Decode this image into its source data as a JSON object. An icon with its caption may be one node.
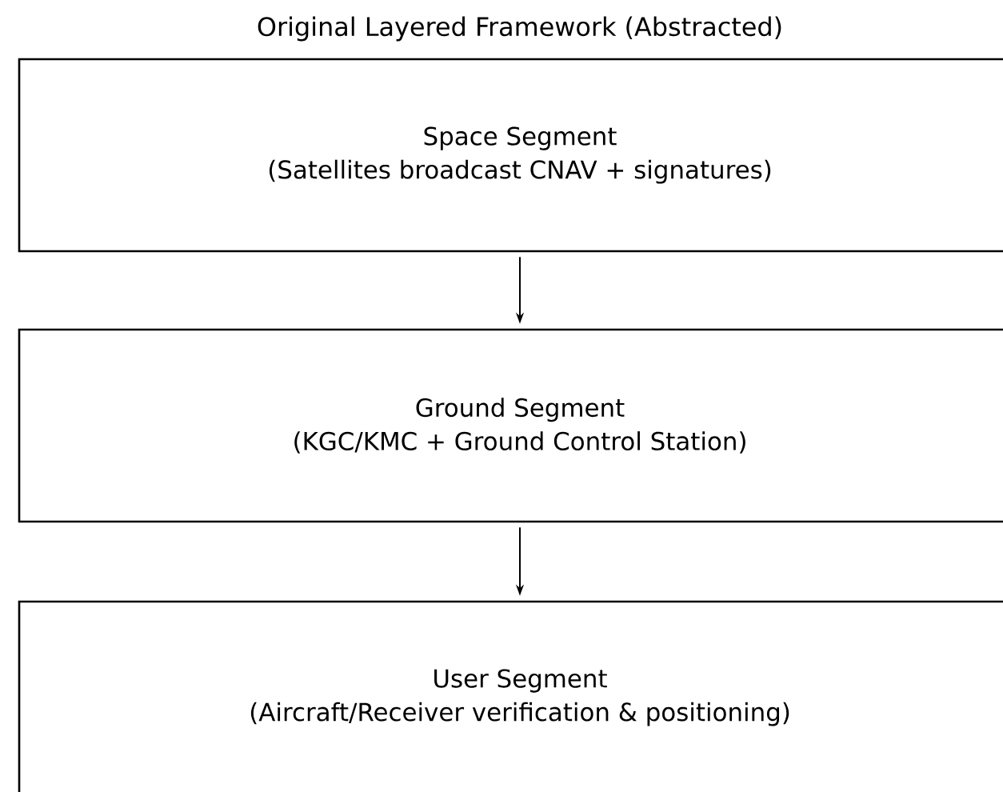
{
  "diagram": {
    "title": "Original Layered Framework (Abstracted)",
    "nodes": [
      {
        "text": [
          "Space Segment",
          "(Satellites broadcast CNAV + signatures)"
        ]
      },
      {
        "text": [
          "Ground Segment",
          "(KGC/KMC + Ground Control Station)"
        ]
      },
      {
        "text": [
          "User Segment",
          "(Aircraft/Receiver verification & positioning)"
        ]
      }
    ],
    "edges": [
      {
        "from": 0,
        "to": 1,
        "arrow": "to"
      },
      {
        "from": 1,
        "to": 2,
        "arrow": "to"
      }
    ]
  }
}
